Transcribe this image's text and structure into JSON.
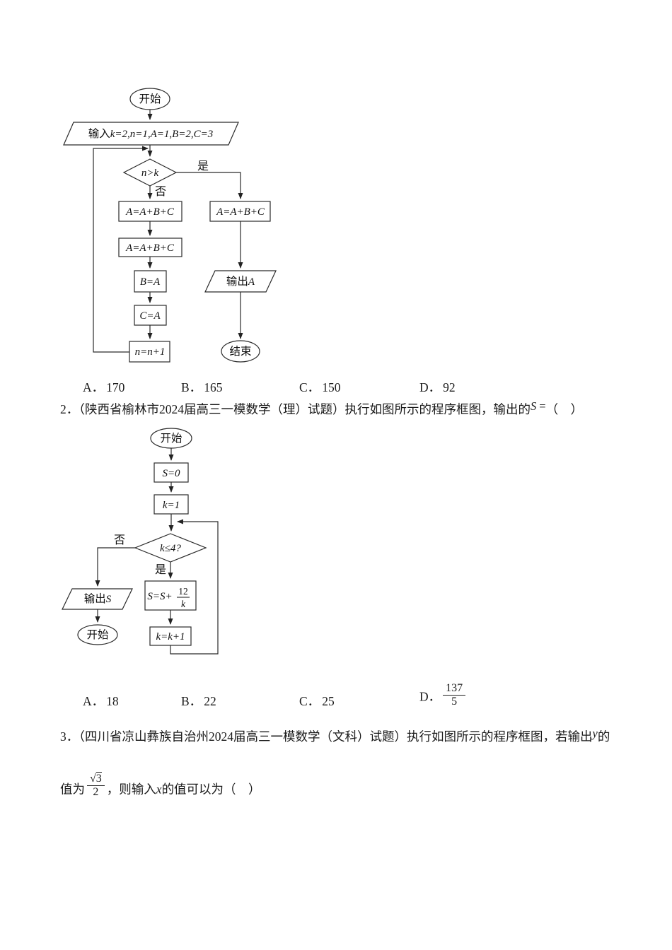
{
  "q1": {
    "flow": {
      "start": "开始",
      "input_label": "输入",
      "input_value": "k=2,n=1,A=1,B=2,C=3",
      "cond": "n>k",
      "yes": "是",
      "no": "否",
      "box1": "A=A+B+C",
      "box2": "A=A+B+C",
      "box3": "B=A",
      "box4": "C=A",
      "box5": "n=n+1",
      "rbox": "A=A+B+C",
      "out_label": "输出",
      "out_var": "A",
      "end": "结束"
    },
    "options": [
      {
        "label": "A．",
        "value": "170"
      },
      {
        "label": "B．",
        "value": "165"
      },
      {
        "label": "C．",
        "value": "150"
      },
      {
        "label": "D．",
        "value": "92"
      }
    ]
  },
  "q2": {
    "number": "2．",
    "stem": "（陕西省榆林市2024届高三一模数学（理）试题）执行如图所示的程序框图，输出的",
    "stem_var": "S",
    "stem_eq": "=",
    "stem_paren": "（　）",
    "flow": {
      "start": "开始",
      "box1": "S=0",
      "box2": "k=1",
      "cond": "k≤4?",
      "yes": "是",
      "no": "否",
      "assign_prefix": "S=S+",
      "frac_num": "12",
      "frac_den": "k",
      "box3": "k=k+1",
      "out_label": "输出",
      "out_var": "S",
      "end": "开始"
    },
    "options": [
      {
        "label": "A．",
        "value": "18"
      },
      {
        "label": "B．",
        "value": "22"
      },
      {
        "label": "C．",
        "value": "25"
      },
      {
        "label": "D．",
        "frac_num": "137",
        "frac_den": "5"
      }
    ]
  },
  "q3": {
    "number": "3．",
    "stem1": "（四川省凉山彝族自治州2024届高三一模数学（文科）试题）执行如图所示的程序框图，若输出",
    "stem1_var": "y",
    "stem1_tail": "的",
    "stem2_head": "值为",
    "sqrt_sym": "√",
    "sqrt_rad": "3",
    "frac_den": "2",
    "stem2_mid": "，则输入",
    "stem2_var": "x",
    "stem2_tail": "的值可以为（　）"
  }
}
